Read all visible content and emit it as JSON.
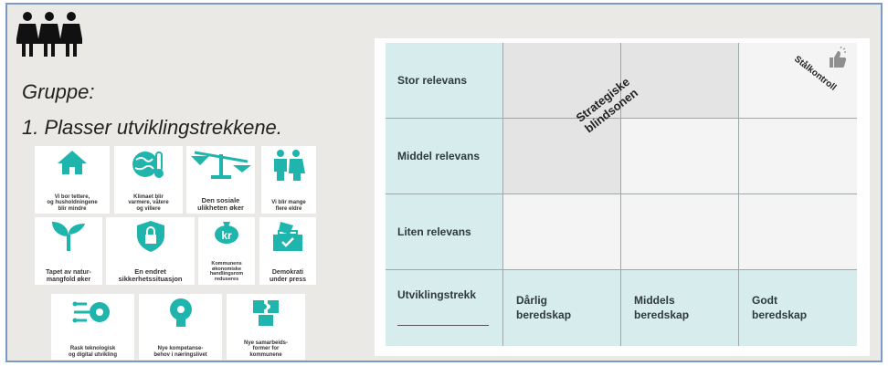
{
  "header": {
    "people_icon": "group-of-three-women-icon",
    "group_label": "Gruppe:",
    "instruction": "1. Plasser utviklingstrekkene."
  },
  "colors": {
    "accent": "#1fb5ac",
    "matrix_teal": "#d7eded",
    "matrix_grey": "#e4e4e4",
    "matrix_light": "#f4f4f4",
    "frame_border": "#7a9bc4",
    "panel_bg": "#ebe9e5"
  },
  "trend_cards": [
    {
      "label": "Vi bor tettere,\nog husholdningene\nblir mindre",
      "icon": "house-icon"
    },
    {
      "label": "Klimaet blir\nvarmere, våtere\nog villere",
      "icon": "globe-thermometer-icon"
    },
    {
      "label": "Den sosiale\nulikheten øker",
      "icon": "unbalanced-scale-icon"
    },
    {
      "label": "Vi blir mange\nflere eldre",
      "icon": "elderly-couple-icon"
    },
    {
      "label": "Tapet av natur-\nmangfold øker",
      "icon": "sprout-icon"
    },
    {
      "label": "En endret\nsikkerhetssituasjon",
      "icon": "shield-lock-icon"
    },
    {
      "label": "Kommunens\nøkonomiske\nhandlingsrom\nreduseres",
      "icon": "money-bag-icon"
    },
    {
      "label": "Demokrati\nunder press",
      "icon": "ballot-box-icon"
    },
    {
      "label": "Rask teknologisk\nog digital utvikling",
      "icon": "circuit-gear-icon"
    },
    {
      "label": "Nye kompetanse-\nbehov i næringslivet",
      "icon": "lightbulb-gear-icon"
    },
    {
      "label": "Nye samarbeids-\nformer for\nkommunene",
      "icon": "puzzle-pieces-icon"
    }
  ],
  "matrix": {
    "rows": [
      "Stor relevans",
      "Middel relevans",
      "Liten relevans"
    ],
    "axis_label": "Utviklingstrekk",
    "columns": [
      "Dårlig\nberedskap",
      "Middels\nberedskap",
      "Godt\nberedskap"
    ],
    "zone_blind": "Strategiske\nblindsonen",
    "zone_steel": "Stålkontroll",
    "steel_icon": "thumbs-up-sparkle-icon"
  }
}
